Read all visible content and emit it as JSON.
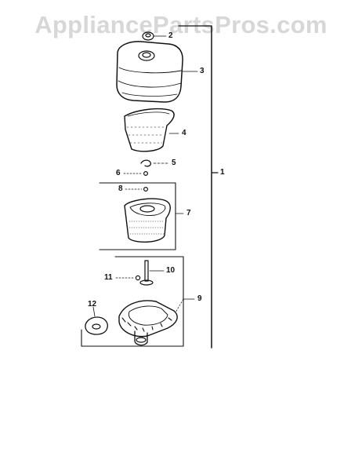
{
  "watermark": {
    "text": "AppliancePartsPros.com"
  },
  "colors": {
    "ink": "#111111",
    "watermark": "#d7d7d7",
    "background": "#ffffff"
  },
  "callouts": {
    "c1": "1",
    "c2": "2",
    "c3": "3",
    "c4": "4",
    "c5": "5",
    "c6": "6",
    "c7": "7",
    "c8": "8",
    "c9": "9",
    "c10": "10",
    "c11": "11",
    "c12": "12"
  }
}
